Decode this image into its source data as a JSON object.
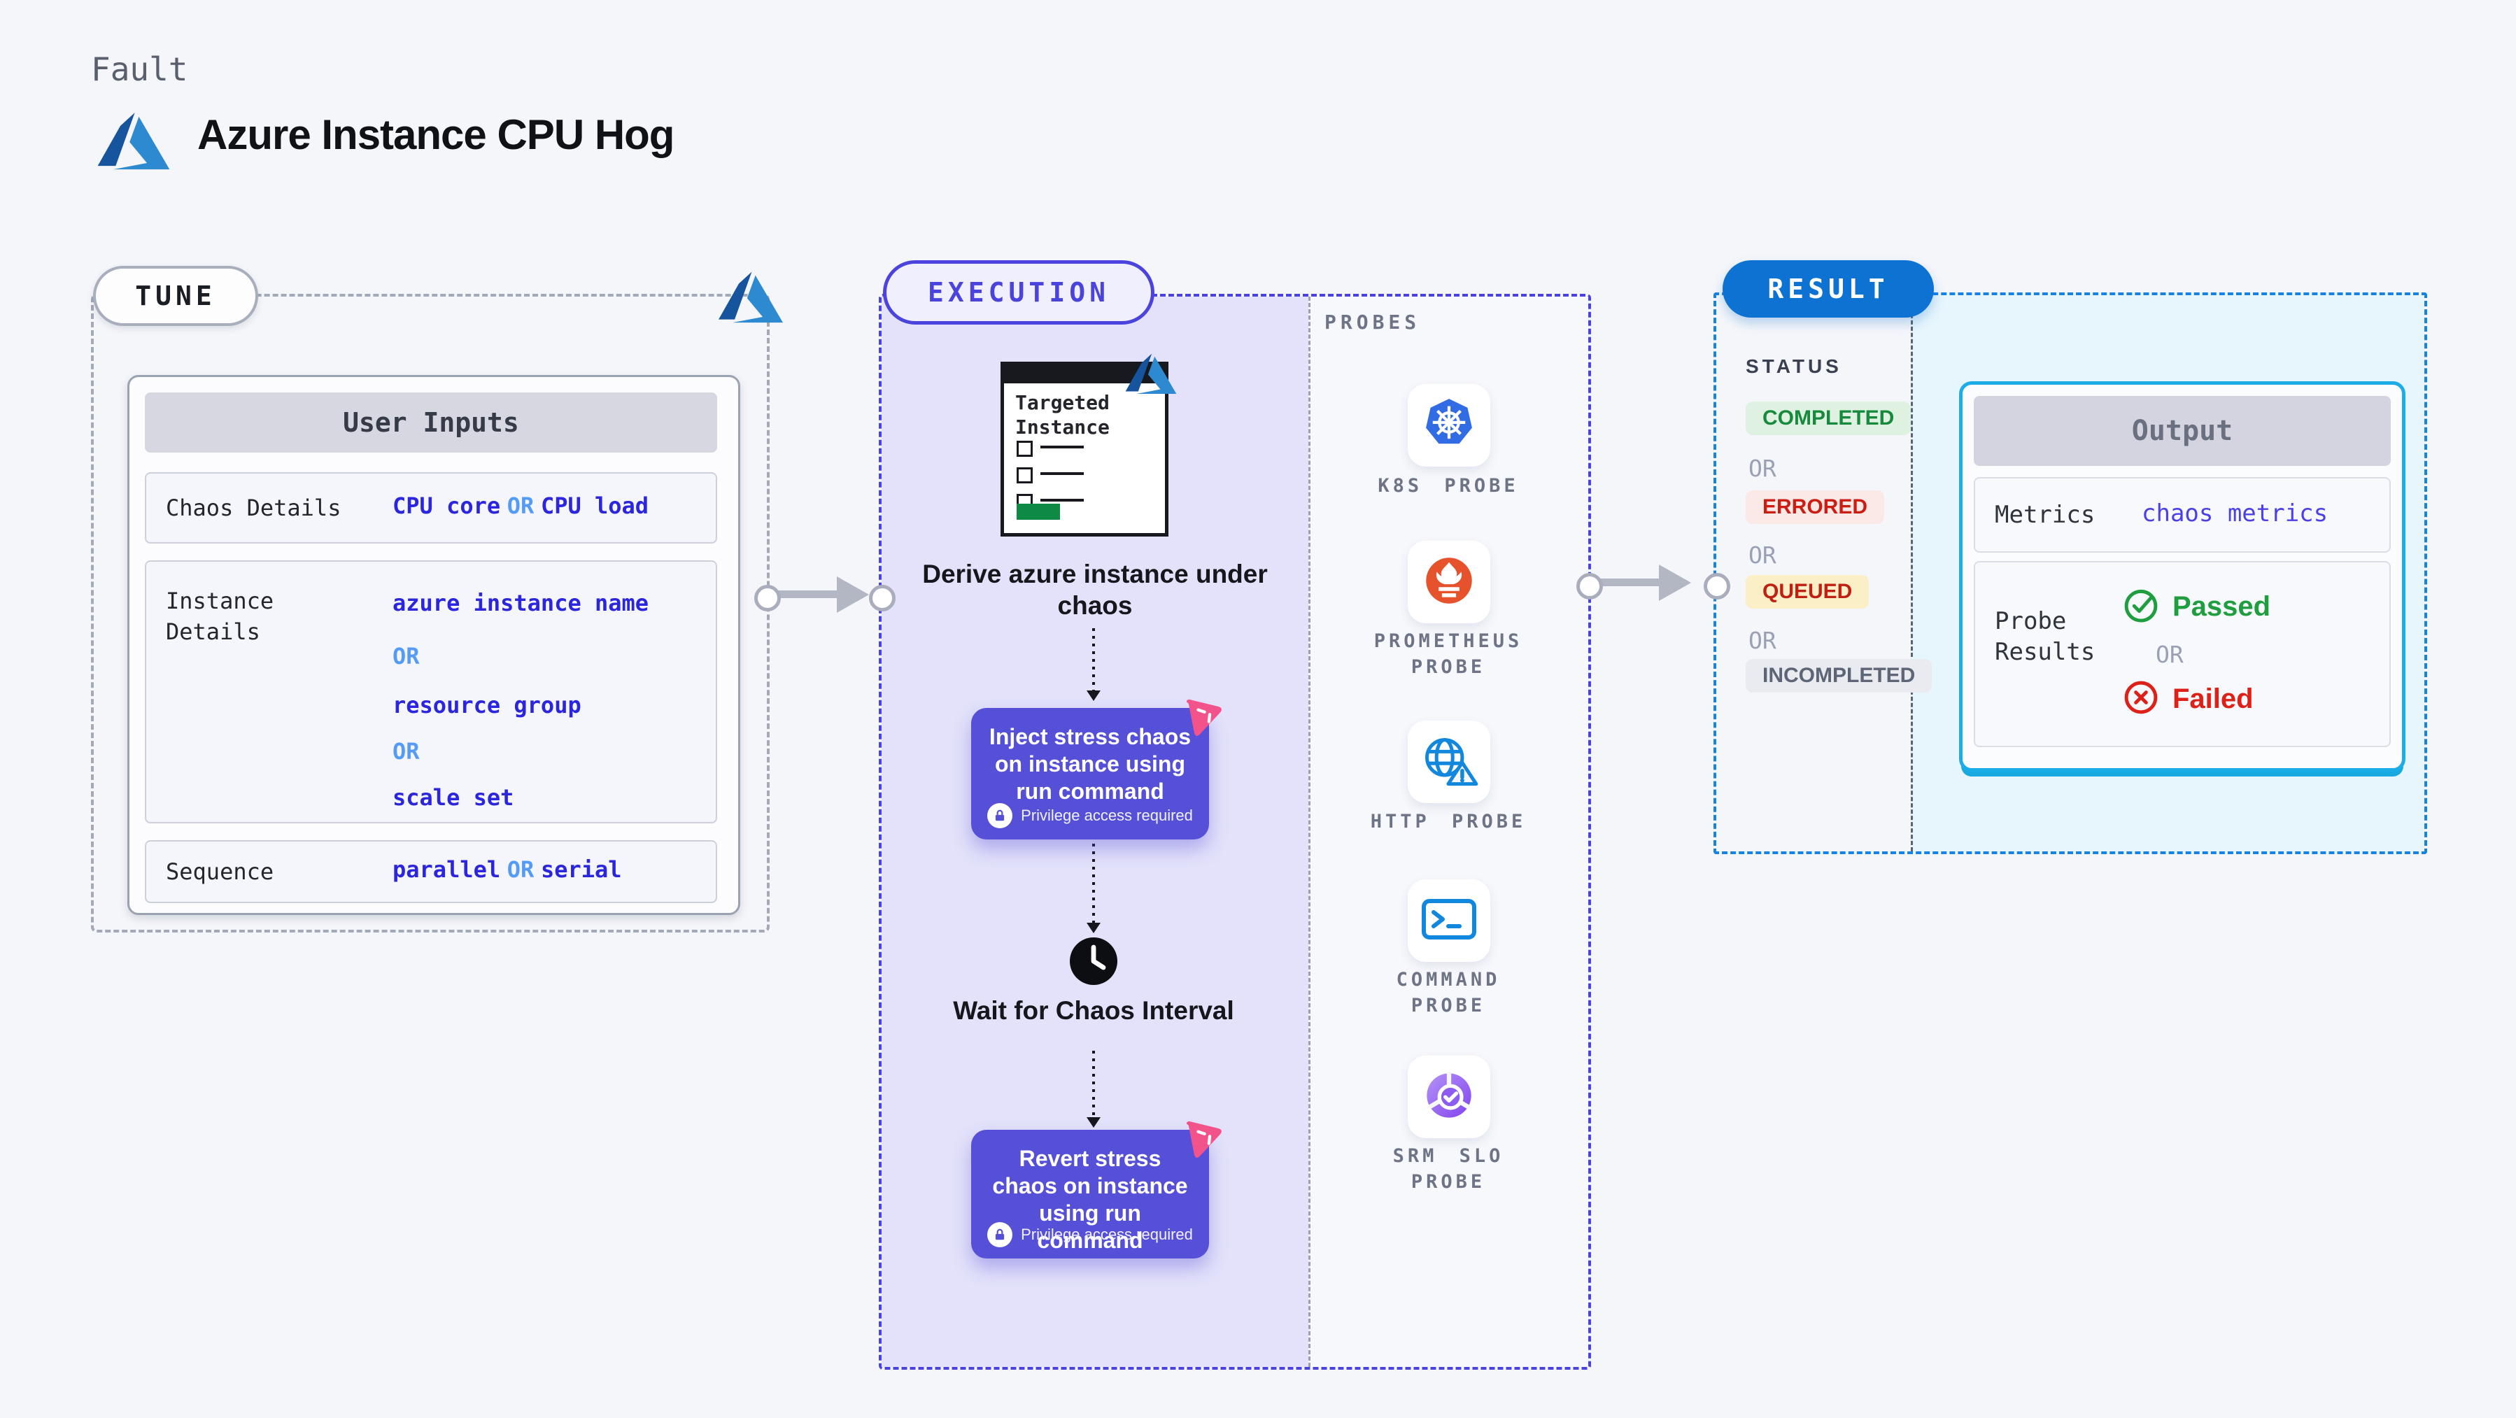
{
  "header": {
    "eyebrow": "Fault",
    "title": "Azure Instance CPU Hog"
  },
  "tune": {
    "pill": "TUNE",
    "card_title": "User Inputs",
    "rows": {
      "chaos": {
        "label": "Chaos Details",
        "v1": "CPU core",
        "or": "OR",
        "v2": "CPU load"
      },
      "instance": {
        "label": "Instance Details",
        "v1": "azure instance name",
        "or1": "OR",
        "v2": "resource group",
        "or2": "OR",
        "v3": "scale set"
      },
      "sequence": {
        "label": "Sequence",
        "v1": "parallel",
        "or": "OR",
        "v2": "serial"
      }
    }
  },
  "execution": {
    "pill": "EXECUTION",
    "target_card_title": "Targeted Instance",
    "derive_caption": "Derive azure instance under chaos",
    "inject_text": "Inject stress chaos on instance using run command",
    "wait_caption": "Wait for Chaos Interval",
    "revert_text": "Revert stress chaos on instance using run command",
    "privilege_badge": "Privilege access required"
  },
  "probes": {
    "heading": "PROBES",
    "items": [
      {
        "label": "K8S PROBE",
        "icon": "kubernetes-icon"
      },
      {
        "label": "PROMETHEUS PROBE",
        "icon": "prometheus-icon"
      },
      {
        "label": "HTTP PROBE",
        "icon": "http-globe-icon"
      },
      {
        "label": "COMMAND PROBE",
        "icon": "terminal-icon"
      },
      {
        "label": "SRM SLO PROBE",
        "icon": "slo-donut-icon"
      }
    ]
  },
  "result": {
    "pill": "RESULT",
    "status_heading": "STATUS",
    "or": "OR",
    "statuses": [
      {
        "label": "COMPLETED",
        "fg": "#178A3E",
        "bg": "#DFF2E1"
      },
      {
        "label": "ERRORED",
        "fg": "#CB1D12",
        "bg": "#FBE9E8"
      },
      {
        "label": "QUEUED",
        "fg": "#C02012",
        "bg": "#FAEFC6"
      },
      {
        "label": "INCOMPLETED",
        "fg": "#5E6576",
        "bg": "#EAEBF1"
      }
    ],
    "output": {
      "title": "Output",
      "metrics_label": "Metrics",
      "metrics_value": "chaos metrics",
      "probe_results_label": "Probe Results",
      "passed": "Passed",
      "failed": "Failed"
    }
  },
  "colors": {
    "accent_indigo": "#4A43DD",
    "button_purple": "#5650D8",
    "lavender_fill": "#E3E2FA",
    "result_blue": "#0D72D2",
    "result_dash_blue": "#1583E3",
    "cyan_fill": "#E7F5FC",
    "output_border_cyan": "#1CACE8",
    "value_blue": "#2B25DE",
    "or_blue": "#549BF6",
    "green": "#1E9E3E",
    "red": "#DE2118",
    "pink": "#F3538B",
    "azure_dark": "#17549E",
    "azure_light": "#2E8AD0"
  }
}
